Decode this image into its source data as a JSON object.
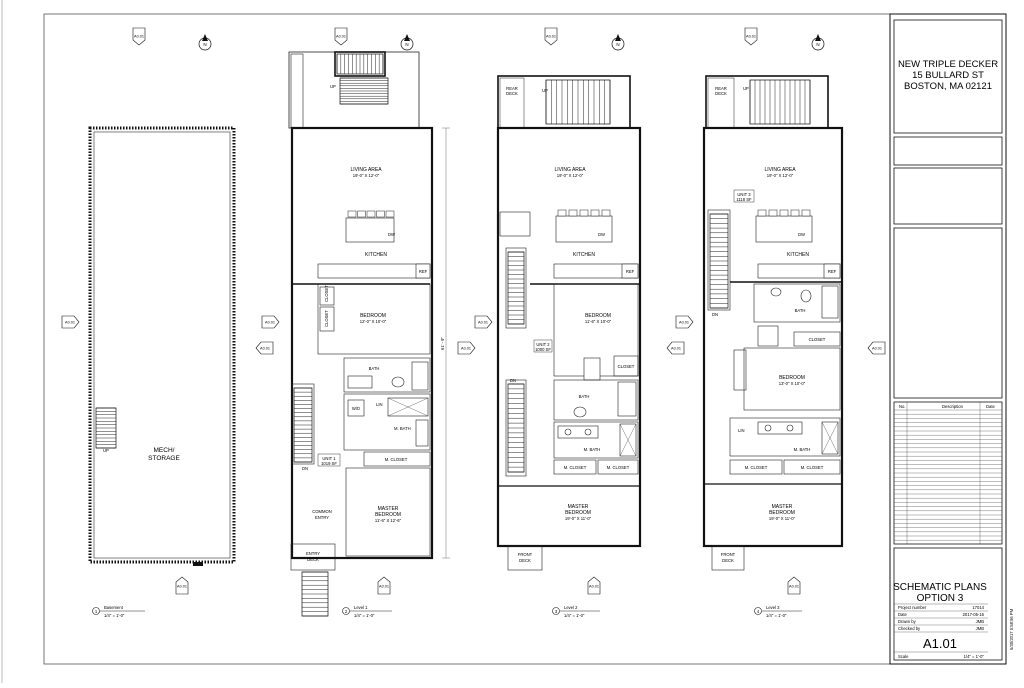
{
  "title_block": {
    "project_name": "NEW TRIPLE DECKER",
    "address_line": "15 BULLARD ST",
    "city_line": "BOSTON, MA 02121",
    "revision_headers": [
      "No.",
      "Description",
      "Date"
    ],
    "sheet_title_1": "SCHEMATIC PLANS",
    "sheet_title_2": "OPTION 3",
    "fields": [
      {
        "label": "Project number",
        "value": "17014"
      },
      {
        "label": "Date",
        "value": "2017-05-15"
      },
      {
        "label": "Drawn by",
        "value": "JMB"
      },
      {
        "label": "Checked by",
        "value": "JMB"
      }
    ],
    "sheet_number": "A1.01",
    "scale_label": "Scale",
    "scale_value": "1/4\" = 1'-0\"",
    "vertical_stamp": "5/30/2017 5:58:56 PM"
  },
  "plans": {
    "basement": {
      "title": "Basement",
      "scale": "1/4\" = 1'-0\"",
      "number": "1",
      "room_1": "MECH/",
      "room_2": "STORAGE",
      "up": "UP"
    },
    "level1": {
      "title": "Level 1",
      "scale": "1/4\" = 1'-0\"",
      "number": "2",
      "living": "LIVING AREA",
      "living_dim": "19'-0\" X 12'-0\"",
      "kitchen": "KITCHEN",
      "bedroom": "BEDROOM",
      "bedroom_dim": "12'-0\" X 10'-0\"",
      "bath": "BATH",
      "m_bath": "M. BATH",
      "m_closet": "M. CLOSET",
      "master_1": "MASTER",
      "master_2": "BEDROOM",
      "master_dim": "11'-6\" X 12'-6\"",
      "common_1": "COMMON",
      "common_2": "ENTRY",
      "entry_1": "ENTRY",
      "entry_2": "DECK",
      "unit": "UNIT 1",
      "unit_area": "1019 SF",
      "overall_dim": "61' - 9\"",
      "closet_a": "CLOSET",
      "closet_b": "CLOSET",
      "up": "UP",
      "dn": "DN",
      "ref": "REF",
      "dw": "DW",
      "wd": "W/D",
      "lin": "LIN"
    },
    "level2": {
      "title": "Level 2",
      "scale": "1/4\" = 1'-0\"",
      "number": "3",
      "rear_1": "REAR",
      "rear_2": "DECK",
      "living": "LIVING AREA",
      "living_dim": "19'-0\" X 12'-0\"",
      "kitchen": "KITCHEN",
      "bedroom": "BEDROOM",
      "bedroom_dim": "11'-6\" X 10'-0\"",
      "bath": "BATH",
      "m_bath": "M. BATH",
      "m_closet_a": "M. CLOSET",
      "m_closet_b": "M. CLOSET",
      "master_1": "MASTER",
      "master_2": "BEDROOM",
      "master_dim": "19'-0\" X 11'-0\"",
      "front_1": "FRONT",
      "front_2": "DECK",
      "unit": "UNIT 2",
      "unit_area": "1000 SF",
      "closet": "CLOSET",
      "up": "UP",
      "dn": "DN",
      "ref": "REF",
      "dw": "DW"
    },
    "level3": {
      "title": "Level 3",
      "scale": "1/4\" = 1'-0\"",
      "number": "4",
      "rear_1": "REAR",
      "rear_2": "DECK",
      "living": "LIVING AREA",
      "living_dim": "19'-0\" X 12'-0\"",
      "kitchen": "KITCHEN",
      "bedroom": "BEDROOM",
      "bedroom_dim": "13'-0\" X 10'-0\"",
      "bath": "BATH",
      "m_bath": "M. BATH",
      "m_closet_a": "M. CLOSET",
      "m_closet_b": "M. CLOSET",
      "master_1": "MASTER",
      "master_2": "BEDROOM",
      "master_dim": "19'-0\" X 11'-0\"",
      "front_1": "FRONT",
      "front_2": "DECK",
      "unit": "UNIT 3",
      "unit_area": "1118 SF",
      "closet": "CLOSET",
      "up": "UP",
      "dn": "DN",
      "ref": "REF",
      "dw": "DW",
      "lin": "LIN"
    }
  },
  "markers": {
    "elev_tag": "A0.01",
    "north": "N"
  }
}
